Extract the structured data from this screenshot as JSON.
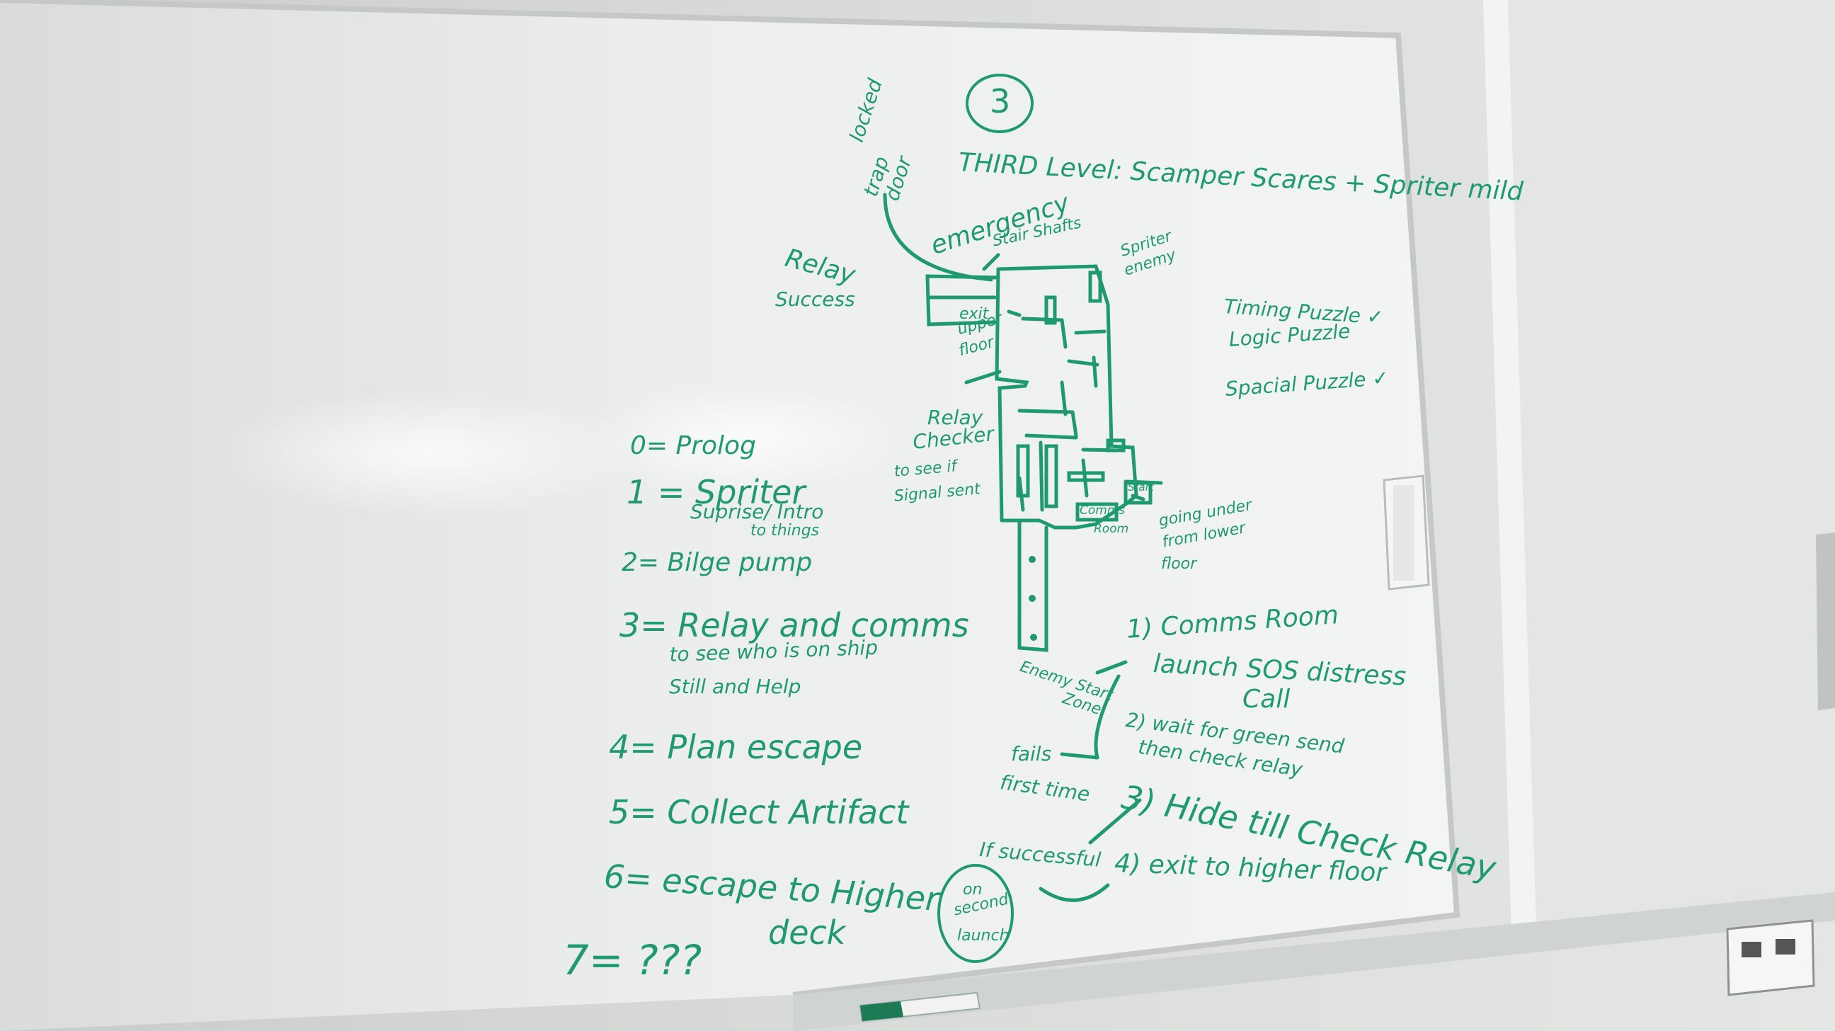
{
  "board": {
    "level_number": "3",
    "title": "THIRD Level: Scamper Scares + Spriter mild",
    "left_list": [
      "0= Prolog",
      "1 = Spriter",
      "Suprise/ Intro",
      "to things",
      "2= Bilge pump",
      "3= Relay and comms",
      "to see who is on ship",
      "Still and Help",
      "4= Plan escape",
      "5= Collect Artifact",
      "6= escape to Higher",
      "deck",
      "7= ???"
    ],
    "map_notes": {
      "locked_door": [
        "locked",
        "trap",
        "door"
      ],
      "emergency_stairs": [
        "emergency",
        "Stair Shafts"
      ],
      "relay_success": [
        "Relay",
        "Success"
      ],
      "exit_upper_floor": [
        "exit",
        "upper",
        "floor"
      ],
      "spriter_enemy": [
        "Spriter",
        "enemy"
      ],
      "relay_checker": [
        "Relay",
        "Checker",
        "to see if",
        "Signal sent"
      ],
      "comms_room": [
        "Comms",
        "Room"
      ],
      "start": "Start",
      "going_under": [
        "going under",
        "from lower",
        "floor"
      ],
      "enemy_start_zone": [
        "Enemy Start",
        "Zone"
      ]
    },
    "puzzles": [
      "Timing Puzzle ✓",
      "Logic Puzzle",
      "Spacial Puzzle ✓"
    ],
    "steps": [
      "1) Comms Room",
      "launch SOS distress",
      "Call",
      "2) wait for green send",
      "then check relay",
      "3) Hide till Check Relay",
      "4) exit to higher floor"
    ],
    "branch_notes": {
      "fails": [
        "fails",
        "first time"
      ],
      "successful": "If successful",
      "second_launch": [
        "on",
        "second",
        "launch"
      ]
    }
  },
  "colors": {
    "ink": "#1f9a70",
    "board": "#eef0ef",
    "wall": "#d4d7d6",
    "marker_cap": "#1c7a55"
  }
}
